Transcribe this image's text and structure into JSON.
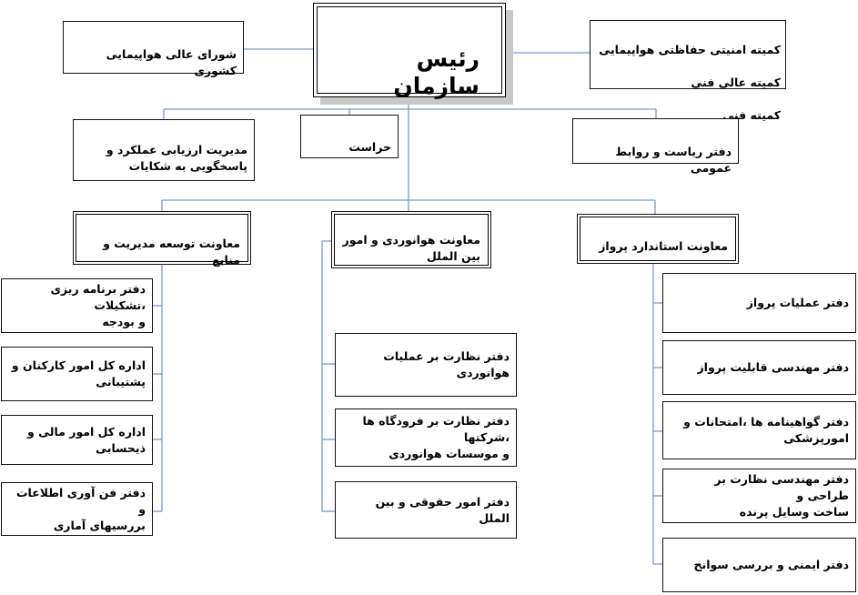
{
  "head": "رئیس سازمان",
  "left_council": "شورای عالی هواپیمایی کشوری",
  "right_committees": [
    "کمیته امنیتی حفاظتی هواپیمایی",
    "کمیته عالی فنی",
    "کمیته فنی"
  ],
  "staff_units": [
    "مدیریت ارزیابی عملکرد و\nپاسخگویی به شکایات",
    "حراست",
    "دفتر ریاست و روابط عمومی"
  ],
  "deputies": [
    "معاونت توسعه مدیریت و منابع",
    "معاونت هوانوردی و امور\nبین الملل",
    "معاونت استاندارد پرواز"
  ],
  "management_offices": [
    "دفتر برنامه ریزی ،تشکیلات\nو بودجه",
    "اداره کل امور کارکنان و\nپشتیبانی",
    "اداره کل امور مالی و\nذیحسابی",
    "دفتر فن آوری اطلاعات و\nبررسیهای آماری"
  ],
  "aviation_offices": [
    "دفتر نظارت بر عملیات هوانوردی",
    "دفتر نظارت بر فرودگاه ها ،شرکتها\nو موسسات هوانوردی",
    "دفتر امور حقوقی و بین الملل"
  ],
  "flight_offices": [
    "دفتر عملیات پرواز",
    "دفتر مهندسی قابلیت پرواز",
    "دفتر گواهینامه ها ،امتحانات و\nامورپزشکی",
    "دفتر مهندسی نظارت بر طراحی و\nساخت وسایل پرنده",
    "دفتر ایمنی و بررسی سوانح"
  ],
  "colors": {
    "connector": "#7a9cc6",
    "box_border": "#111111",
    "shadow": "#c8c8c8"
  }
}
